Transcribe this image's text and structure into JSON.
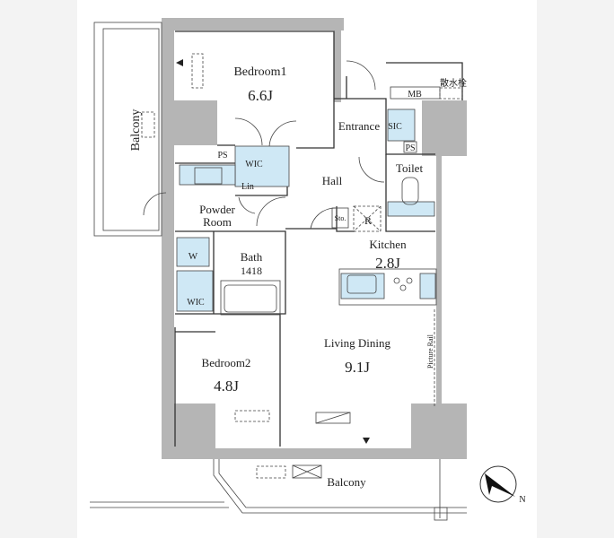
{
  "floor_plan": {
    "rooms": {
      "bedroom1": {
        "name": "Bedroom1",
        "area": "6.6J"
      },
      "bedroom2": {
        "name": "Bedroom2",
        "area": "4.8J"
      },
      "living_dining": {
        "name": "Living Dining",
        "area": "9.1J"
      },
      "kitchen": {
        "name": "Kitchen",
        "area": "2.8J"
      },
      "bath": {
        "name": "Bath",
        "size": "1418"
      },
      "powder_room": {
        "name_line1": "Powder",
        "name_line2": "Room"
      },
      "hall": {
        "name": "Hall"
      },
      "entrance": {
        "name": "Entrance"
      },
      "toilet": {
        "name": "Toilet"
      },
      "balcony_side": {
        "name": "Balcony"
      },
      "balcony_bottom": {
        "name": "Balcony"
      }
    },
    "fixtures": {
      "wic1": "WIC",
      "wic2": "WIC",
      "lin": "Lin",
      "sic": "SIC",
      "ps1": "PS",
      "ps2": "PS",
      "mb": "MB",
      "sto": "Sto.",
      "r": "R",
      "w": "W",
      "picture_rail": "Picture Rail",
      "sprinkler_valve": "散水栓"
    },
    "compass": {
      "north_label": "N"
    },
    "colors": {
      "wall": "#b5b5b5",
      "fixture": "#cfe8f5",
      "margin": "#f3f3f3"
    }
  }
}
